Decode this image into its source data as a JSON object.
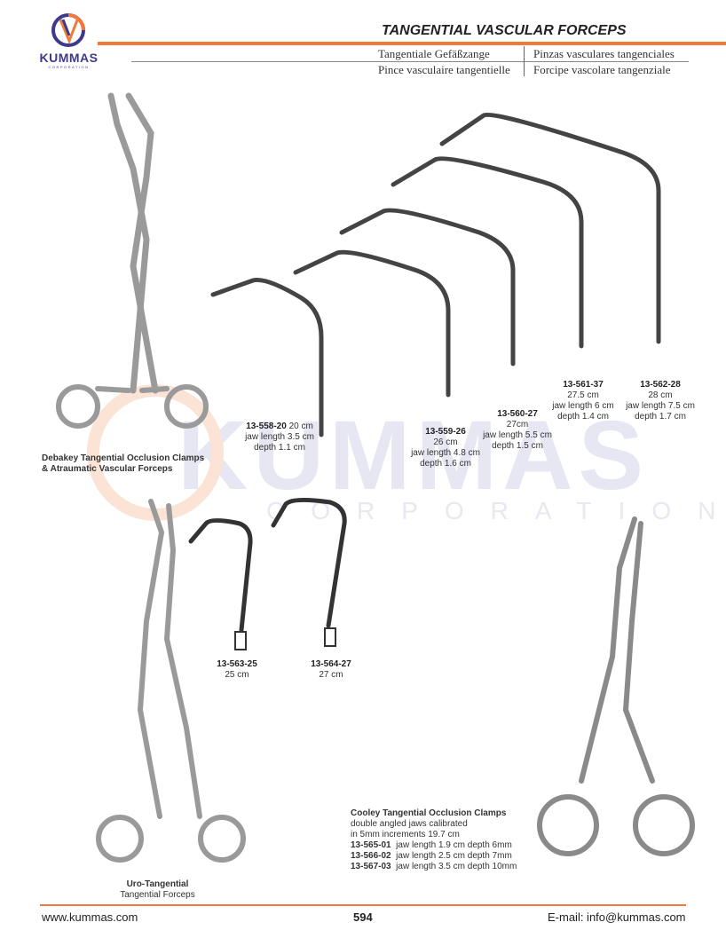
{
  "header": {
    "logo": {
      "word": "KUMMAS",
      "sub": "CORPORATION"
    },
    "title": "TANGENTIAL VASCULAR FORCEPS",
    "translations": {
      "de": "Tangentiale Gefäßzange",
      "es": "Pinzas vasculares tangenciales",
      "fr": "Pince vasculaire tangentielle",
      "it": "Forcipe vascolare tangenziale"
    },
    "colors": {
      "accent": "#f07a3a",
      "brand": "#3d3a8c"
    }
  },
  "watermark": {
    "main": "KUMMAS",
    "sub": "CORPORATION"
  },
  "products": {
    "debakey": {
      "title": "Debakey Tangential Occlusion Clamps",
      "subtitle": "& Atraumatic Vascular Forceps"
    },
    "jaws": [
      {
        "code": "13-558-20",
        "size": "20 cm",
        "jaw": "jaw length 3.5 cm",
        "depth": "depth 1.1 cm"
      },
      {
        "code": "13-559-26",
        "size": "26 cm",
        "jaw": "jaw length 4.8 cm",
        "depth": "depth 1.6 cm"
      },
      {
        "code": "13-560-27",
        "size": "27cm",
        "jaw": "jaw length 5.5 cm",
        "depth": "depth 1.5 cm"
      },
      {
        "code": "13-561-37",
        "size": "27.5 cm",
        "jaw": "jaw length 6 cm",
        "depth": "depth 1.4 cm"
      },
      {
        "code": "13-562-28",
        "size": "28 cm",
        "jaw": "jaw length 7.5 cm",
        "depth": "depth 1.7 cm"
      }
    ],
    "hooks": [
      {
        "code": "13-563-25",
        "size": "25 cm"
      },
      {
        "code": "13-564-27",
        "size": "27 cm"
      }
    ],
    "uro": {
      "title": "Uro-Tangential",
      "subtitle": "Tangential Forceps"
    },
    "cooley": {
      "title": "Cooley Tangential Occlusion Clamps",
      "line1": "double angled jaws calibrated",
      "line2": "in 5mm increments 19.7 cm",
      "items": [
        {
          "code": "13-565-01",
          "desc": "jaw length 1.9 cm depth 6mm"
        },
        {
          "code": "13-566-02",
          "desc": "jaw length 2.5 cm depth 7mm"
        },
        {
          "code": "13-567-03",
          "desc": "jaw length 3.5 cm depth 10mm"
        }
      ]
    }
  },
  "footer": {
    "website": "www.kummas.com",
    "page": "594",
    "email": "E-mail: info@kummas.com"
  }
}
